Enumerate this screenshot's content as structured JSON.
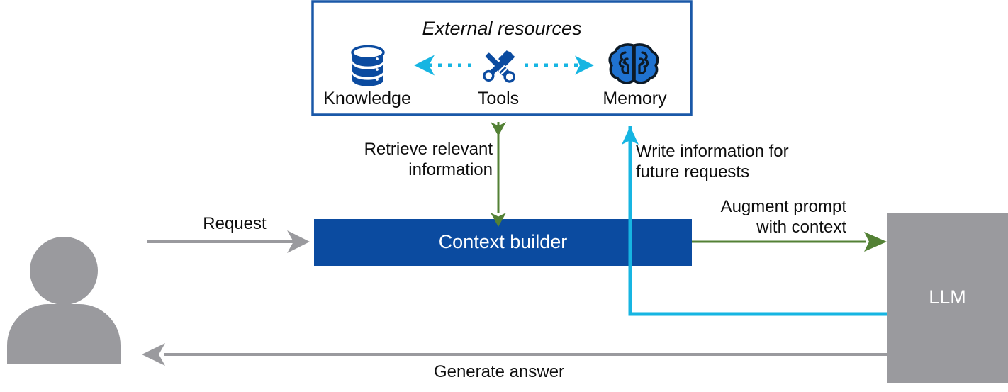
{
  "diagram": {
    "title": "Context builder / LLM pipeline with external resources",
    "colors": {
      "box_blue": "#0b4ba0",
      "border_blue": "#1a58a8",
      "cyan": "#16b5e2",
      "green": "#538135",
      "grey": "#9a9a9e",
      "text": "#0d0d0d",
      "white": "#ffffff"
    }
  },
  "external_resources": {
    "title": "External resources",
    "items": [
      {
        "label": "Knowledge",
        "icon": "database-icon"
      },
      {
        "label": "Tools",
        "icon": "tools-icon"
      },
      {
        "label": "Memory",
        "icon": "brain-icon"
      }
    ],
    "connectors": [
      {
        "name": "tools-to-knowledge",
        "style": "dotted",
        "color": "#16b5e2",
        "direction": "left"
      },
      {
        "name": "tools-to-memory",
        "style": "dotted",
        "color": "#16b5e2",
        "direction": "right"
      }
    ]
  },
  "nodes": {
    "user": {
      "label": "",
      "icon": "user-avatar-icon"
    },
    "context_builder": {
      "label": "Context builder"
    },
    "llm": {
      "label": "LLM"
    }
  },
  "edges": [
    {
      "name": "request",
      "label": "Request",
      "color": "#9a9a9e",
      "from": "user",
      "to": "context_builder"
    },
    {
      "name": "retrieve",
      "label": "Retrieve relevant\ninformation",
      "label_line1": "Retrieve relevant",
      "label_line2": "information",
      "color": "#538135",
      "style": "double-headed",
      "from": "context_builder",
      "to": "external_resources"
    },
    {
      "name": "write",
      "label_line1": "Write information for",
      "label_line2": "future requests",
      "color": "#16b5e2",
      "from": "llm",
      "to": "memory"
    },
    {
      "name": "augment",
      "label_line1": "Augment prompt",
      "label_line2": "with context",
      "color": "#538135",
      "from": "context_builder",
      "to": "llm"
    },
    {
      "name": "generate",
      "label": "Generate answer",
      "color": "#9a9a9e",
      "from": "llm",
      "to": "user"
    }
  ]
}
